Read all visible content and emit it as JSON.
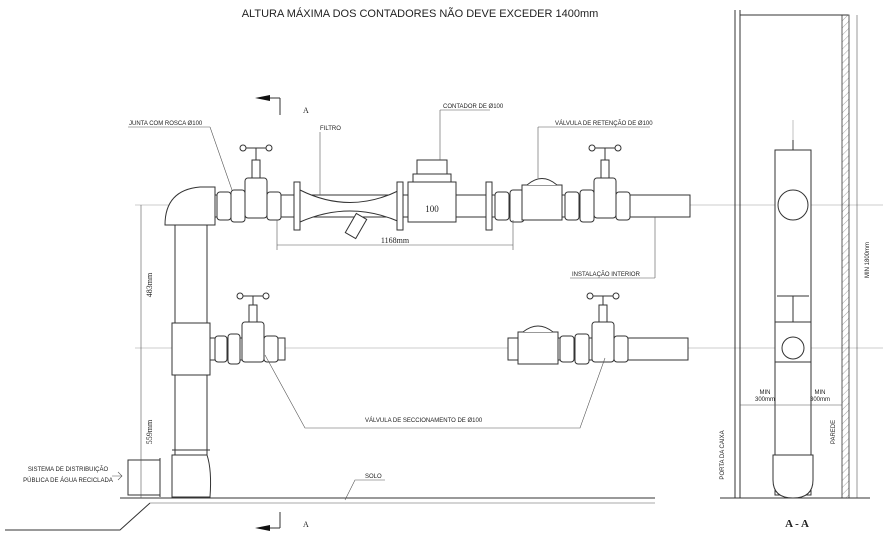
{
  "title": "ALTURA MÁXIMA DOS CONTADORES NÃO DEVE EXCEDER 1400mm",
  "section_marker": "A",
  "labels": {
    "junta": "JUNTA COM ROSCA Ø100",
    "filtro": "FILTRO",
    "contador": "CONTADOR DE Ø100",
    "meter_size": "100",
    "retencao": "VÁLVULA DE RETENÇÃO DE Ø100",
    "instalacao": "INSTALAÇÃO INTERIOR",
    "seccionamento": "VÁLVULA DE SECCIONAMENTO DE Ø100",
    "sistema_line1": "SISTEMA DE DISTRIBUIÇÃO",
    "sistema_line2": "PÚBLICA DE ÁGUA RECICLADA",
    "solo": "SOLO"
  },
  "dimensions": {
    "length": "1168mm",
    "upper_height": "483mm",
    "lower_height": "559mm"
  },
  "section": {
    "title": "A - A",
    "min_height": "MIN 1800mm",
    "min_label": "MIN",
    "min_left": "300mm",
    "min_right": "300mm",
    "porta": "PORTA DA CAIXA",
    "parede": "PAREDE"
  }
}
